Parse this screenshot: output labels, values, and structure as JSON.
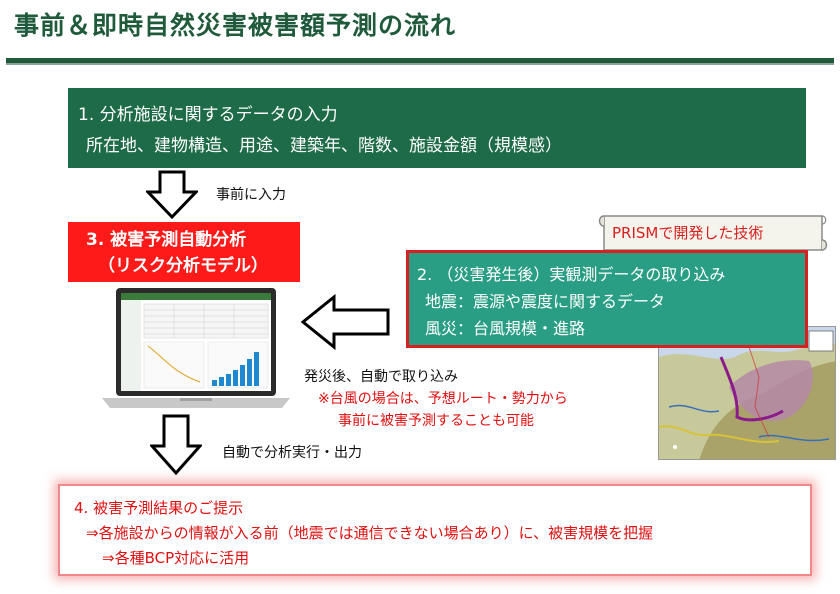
{
  "title": "事前＆即時自然災害被害額予測の流れ",
  "step1": {
    "heading": "1. 分析施設に関するデータの入力",
    "detail": "所在地、建物構造、用途、建築年、階数、施設金額（規模感）"
  },
  "arrow_note_prior": "事前に入力",
  "step3": {
    "line1": "3.  被害予測自動分析",
    "line2": "（リスク分析モデル）"
  },
  "prism_banner": "PRISMで開発した技術",
  "step2": {
    "heading": "2. （災害発生後）実観測データの取り込み",
    "earthquake": "地震：震源や震度に関するデータ",
    "wind": "風災：台風規模・進路"
  },
  "import_note": {
    "line1": "発災後、自動で取り込み",
    "line2": "※台風の場合は、予想ルート・勢力から",
    "line3": "事前に被害予測することも可能"
  },
  "arrow_note_run": "自動で分析実行・出力",
  "step4": {
    "heading": "4. 被害予測結果のご提示",
    "line1": "⇒各施設からの情報が入る前（地震では通信できない場合あり）に、被害規模を把握",
    "line2": "⇒各種BCP対応に活用"
  },
  "colors": {
    "title_green": "#1f5a3a",
    "step1_green": "#1e6b47",
    "step2_teal": "#2a9e84",
    "step3_red": "#ff1a1a",
    "accent_red": "#e01010"
  },
  "icons": {
    "down_arrow": "hollow-down-arrow-icon",
    "left_arrow": "hollow-left-arrow-icon",
    "scroll": "scroll-banner-icon"
  }
}
